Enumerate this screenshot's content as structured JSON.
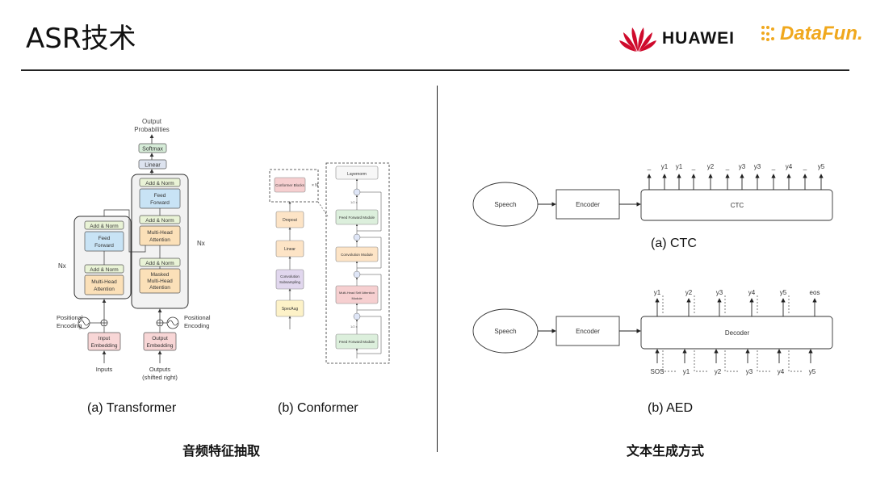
{
  "header": {
    "title": "ASR技术",
    "logos": {
      "huawei_text": "HUAWEI",
      "datafun_text": "DataFun."
    }
  },
  "colors": {
    "huawei_red": "#cf0a2c",
    "datafun_orange": "#f0a81e",
    "ff_block": "#c8e3f5",
    "attn_block": "#fbe0b8",
    "norm_block": "#e9f3d6",
    "embed_block": "#f8d6d6",
    "linear_block": "#dde3ef",
    "softmax_block": "#d6ecd8",
    "conformer_red": "#f6cfd0",
    "conformer_orange": "#fde4c6",
    "conformer_purple": "#e1d7ee",
    "conformer_yellow": "#fdf2c8",
    "conformer_green": "#dcefdc"
  },
  "transformer": {
    "caption": "(a) Transformer",
    "output_probabilities": [
      "Output",
      "Probabilities"
    ],
    "softmax": "Softmax",
    "linear": "Linear",
    "add_norm": "Add & Norm",
    "feed_forward": [
      "Feed",
      "Forward"
    ],
    "multi_head_attention": [
      "Multi-Head",
      "Attention"
    ],
    "masked_multi_head_attention": [
      "Masked",
      "Multi-Head",
      "Attention"
    ],
    "nx": "Nx",
    "positional_encoding": [
      "Positional",
      "Encoding"
    ],
    "input_embedding": [
      "Input",
      "Embedding"
    ],
    "output_embedding": [
      "Output",
      "Embedding"
    ],
    "inputs": "Inputs",
    "outputs": [
      "Outputs",
      "(shifted right)"
    ]
  },
  "conformer": {
    "caption": "(b) Conformer",
    "conformer_blocks": "Conformer Blocks",
    "times_n": "× N",
    "dropout": "Dropout",
    "linear": "Linear",
    "conv_subsampling": [
      "Convolution",
      "Subsampling"
    ],
    "specaug": "SpecAug",
    "layernorm": "Layernorm",
    "feed_forward_module": "Feed Forward Module",
    "convolution_module": "Convolution Module",
    "mhsa_module": [
      "Multi-Head Self Attention",
      "Module"
    ],
    "half_x": "1/2 x"
  },
  "left_section_title": "音频特征抽取",
  "ctc": {
    "caption": "(a) CTC",
    "speech": "Speech",
    "encoder": "Encoder",
    "ctc_label": "CTC",
    "outputs": [
      "_",
      "y1",
      "y1",
      "_",
      "y2",
      "_",
      "y3",
      "y3",
      "_",
      "y4",
      "_",
      "y5"
    ]
  },
  "aed": {
    "caption": "(b) AED",
    "speech": "Speech",
    "encoder": "Encoder",
    "decoder": "Decoder",
    "outputs": [
      "y1",
      "y2",
      "y3",
      "y4",
      "y5",
      "eos"
    ],
    "inputs": [
      "SOS",
      "y1",
      "y2",
      "y3",
      "y4",
      "y5"
    ]
  },
  "right_section_title": "文本生成方式"
}
